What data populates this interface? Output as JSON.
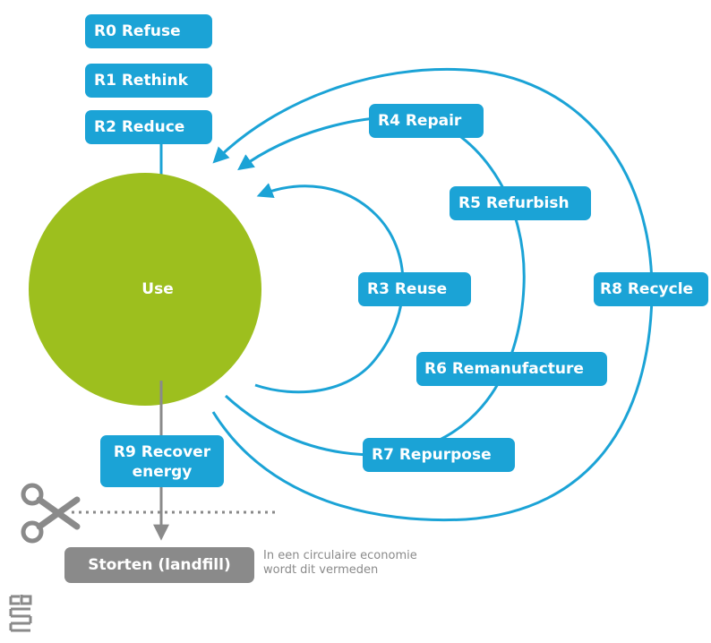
{
  "center": {
    "label": "Use"
  },
  "steps": {
    "r0": "R0 Refuse",
    "r1": "R1 Rethink",
    "r2": "R2 Reduce",
    "r3": "R3 Reuse",
    "r4": "R4 Repair",
    "r5": "R5 Refurbish",
    "r6": "R6 Remanufacture",
    "r7": "R7 Repurpose",
    "r8": "R8 Recycle",
    "r9_line1": "R9 Recover",
    "r9_line2": "energy"
  },
  "landfill": {
    "label": "Storten (landfill)",
    "note_line1": "In een circulaire economie",
    "note_line2": "wordt dit vermeden"
  },
  "logo": {
    "text": "cbs",
    "icon": "cbs-logo-icon"
  },
  "icons": {
    "scissors": "scissors-icon"
  },
  "colors": {
    "accent_blue": "#1ba3d6",
    "use_green": "#9dbf1e",
    "landfill_gray": "#8a8a8a"
  }
}
